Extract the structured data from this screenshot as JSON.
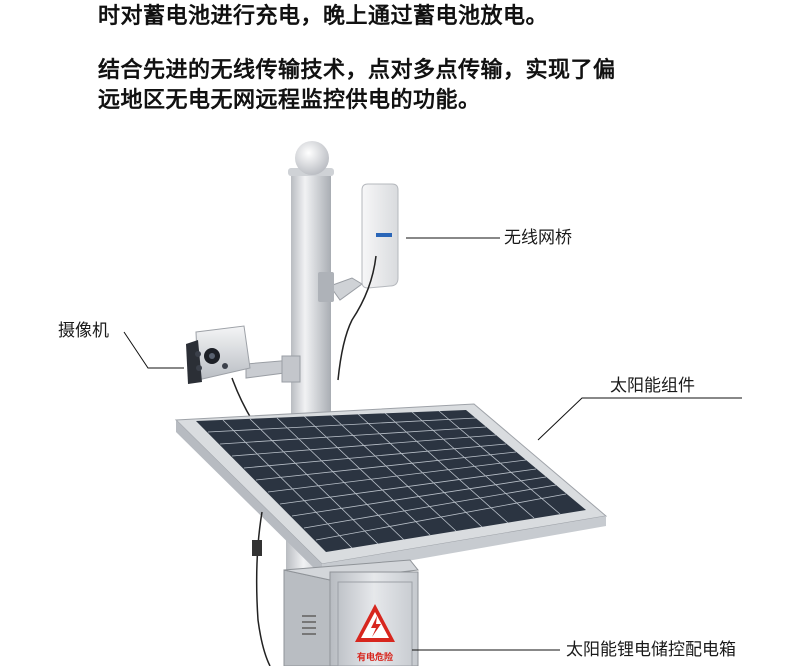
{
  "intro": {
    "paragraph1": "时对蓄电池进行充电，晚上通过蓄电池放电。",
    "paragraph2_line1": "结合先进的无线传输技术，点对多点传输，实现了偏",
    "paragraph2_line2": "远地区无电无网远程监控供电的功能。"
  },
  "callouts": {
    "wireless_bridge": "无线网桥",
    "camera": "摄像机",
    "solar_module": "太阳能组件",
    "battery_box": "太阳能锂电储控配电箱"
  },
  "warning_sign_text": "有电危险",
  "colors": {
    "panel_cell": "#2b3441",
    "panel_frame": "#c8ccd1",
    "pole": "#e1e3e6",
    "warning_red": "#d7261e"
  }
}
